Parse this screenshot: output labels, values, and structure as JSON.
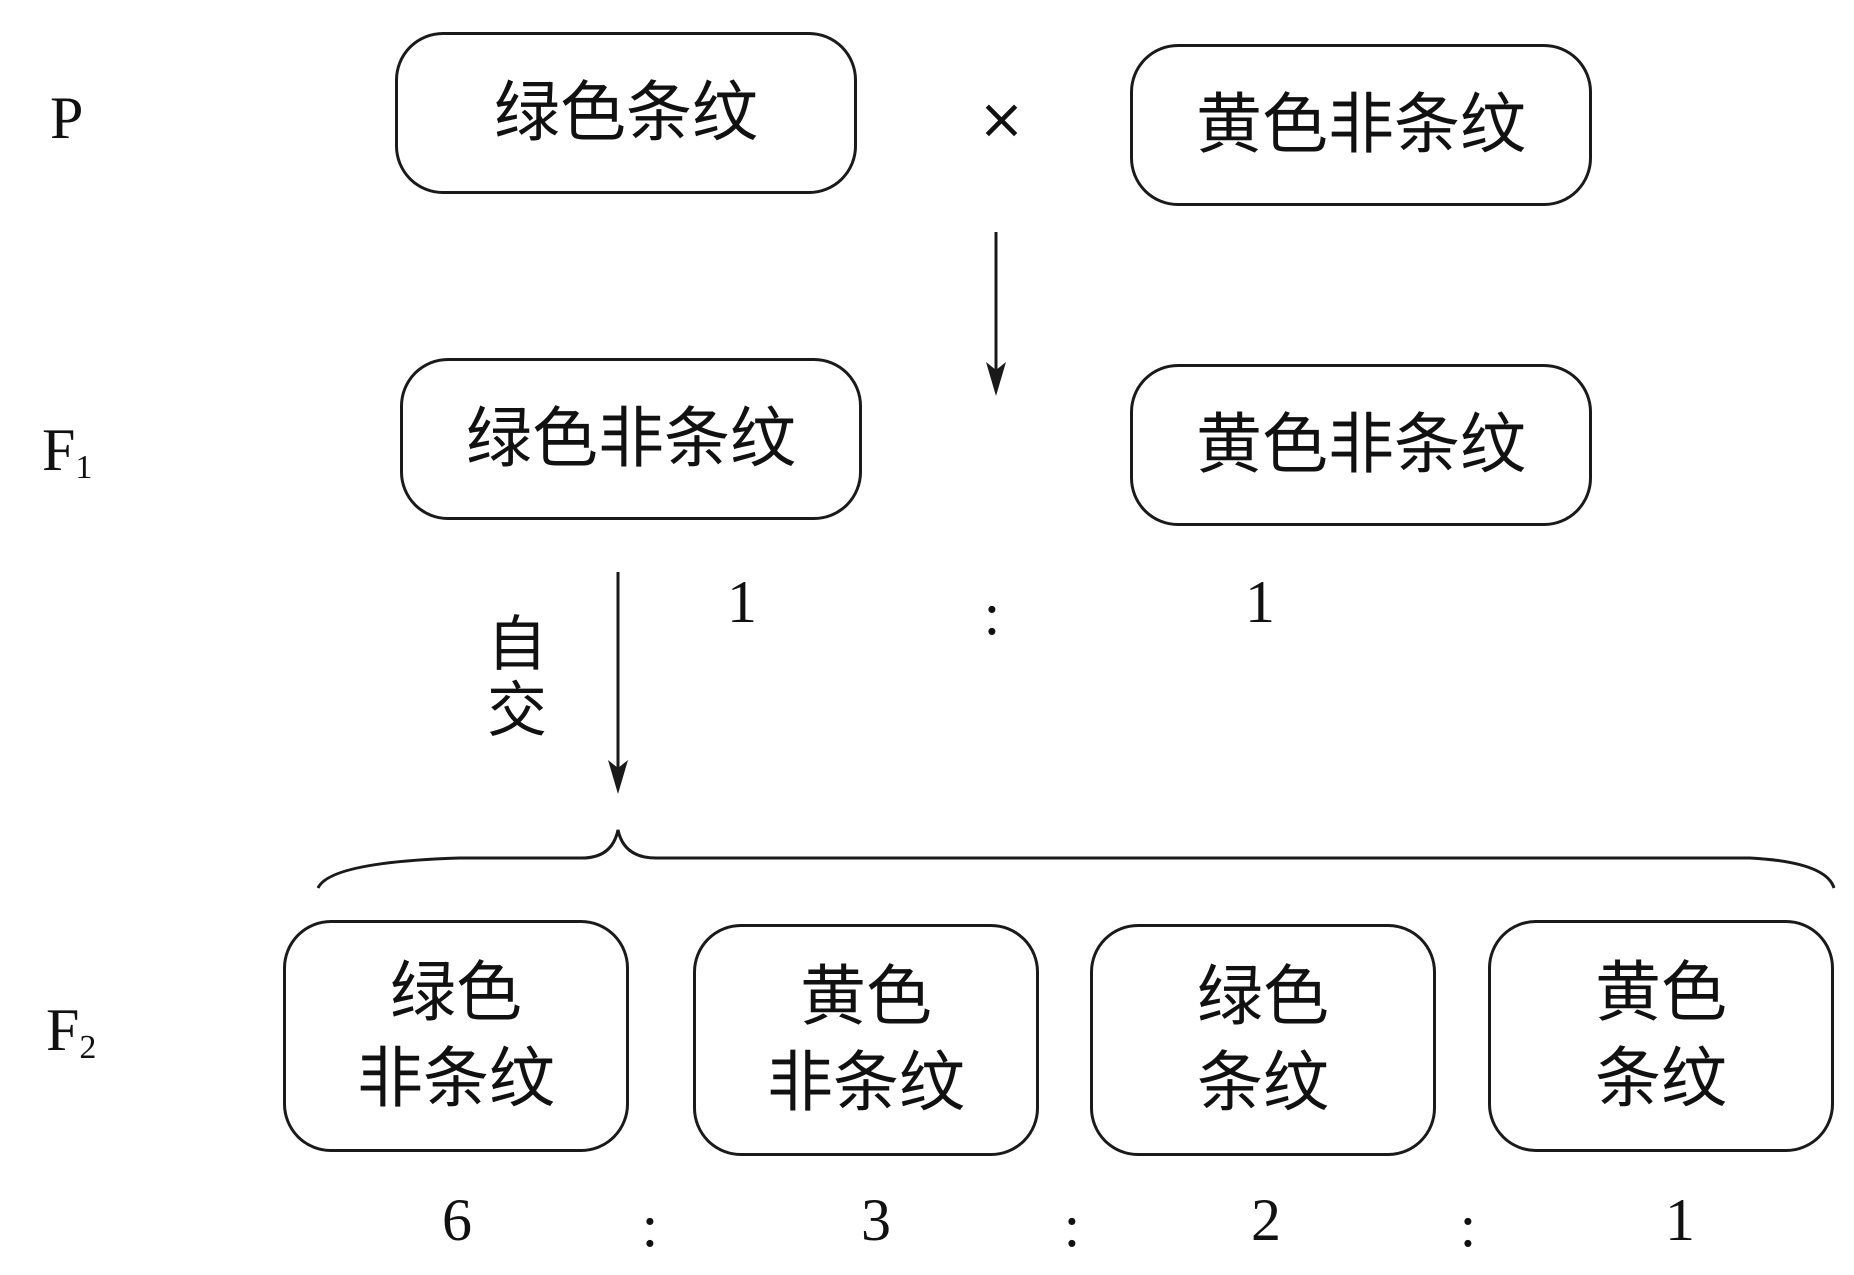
{
  "generations": {
    "p": {
      "letter": "P",
      "sub": ""
    },
    "f1": {
      "letter": "F",
      "sub": "1"
    },
    "f2": {
      "letter": "F",
      "sub": "2"
    }
  },
  "parents": {
    "left": "绿色条纹",
    "cross_symbol": "×",
    "right": "黄色非条纹"
  },
  "f1": {
    "left": "绿色非条纹",
    "right": "黄色非条纹",
    "ratio": [
      "1",
      ":",
      "1"
    ],
    "selfing_label": [
      "自",
      "交"
    ]
  },
  "f2": {
    "phenotypes": [
      {
        "line1": "绿色",
        "line2": "非条纹"
      },
      {
        "line1": "黄色",
        "line2": "非条纹"
      },
      {
        "line1": "绿色",
        "line2": "条纹"
      },
      {
        "line1": "黄色",
        "line2": "条纹"
      }
    ],
    "ratio": [
      "6",
      ":",
      "3",
      ":",
      "2",
      ":",
      "1"
    ]
  }
}
